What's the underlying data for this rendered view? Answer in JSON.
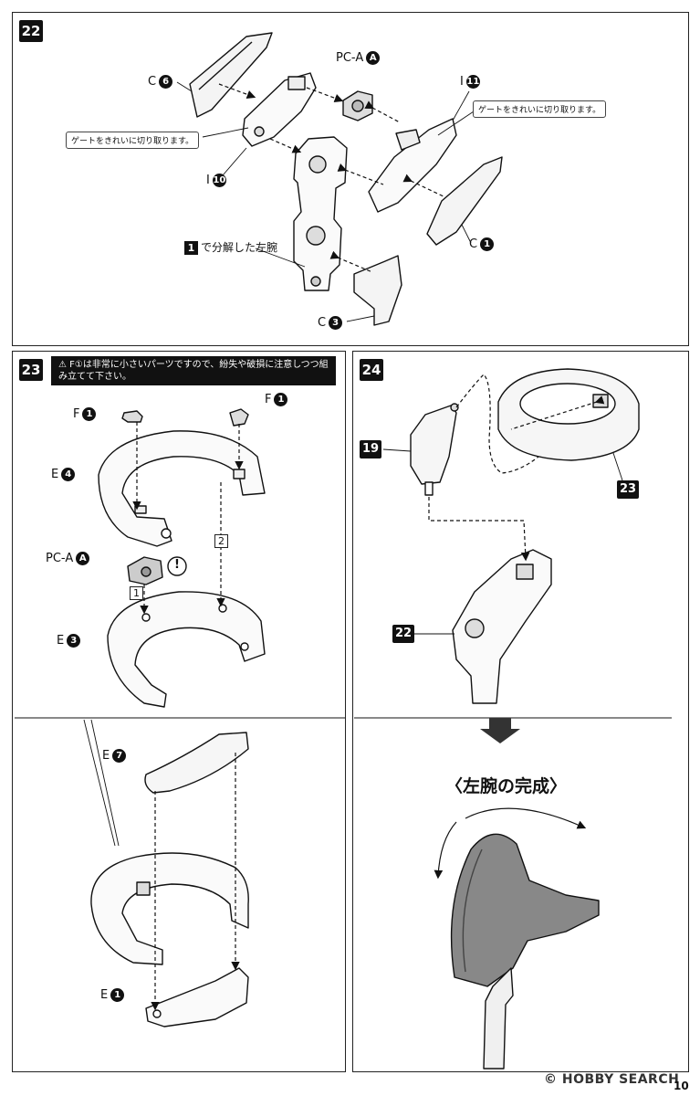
{
  "steps": {
    "s22": {
      "number": "22",
      "labels": {
        "pca": {
          "text": "PC-A",
          "num": "A"
        },
        "c6": {
          "text": "C",
          "num": "6"
        },
        "i11": {
          "text": "I",
          "num": "11"
        },
        "i10": {
          "text": "I",
          "num": "10"
        },
        "c1": {
          "text": "C",
          "num": "1"
        },
        "c3": {
          "text": "C",
          "num": "3"
        },
        "arm": {
          "num": "1",
          "text": "で分解した左腕"
        }
      },
      "note_left": "ゲートをきれいに切り取ります。",
      "note_right": "ゲートをきれいに切り取ります。"
    },
    "s23": {
      "number": "23",
      "warning": "F①は非常に小さいパーツですので、紛失や破損に注意しつつ組み立てて下さい。",
      "labels": {
        "f1a": {
          "text": "F",
          "num": "1"
        },
        "f1b": {
          "text": "F",
          "num": "1"
        },
        "e4": {
          "text": "E",
          "num": "4"
        },
        "pca": {
          "text": "PC-A",
          "num": "A"
        },
        "e3": {
          "text": "E",
          "num": "3"
        },
        "e7": {
          "text": "E",
          "num": "7"
        },
        "e1": {
          "text": "E",
          "num": "1"
        }
      },
      "box1": "1",
      "box2": "2",
      "caution": "!"
    },
    "s24": {
      "number": "24",
      "refs": {
        "r19": "19",
        "r23": "23",
        "r22": "22"
      },
      "completion_title": "〈左腕の完成〉"
    }
  },
  "page_number": "10",
  "watermark": "© HOBBY SEARCH"
}
